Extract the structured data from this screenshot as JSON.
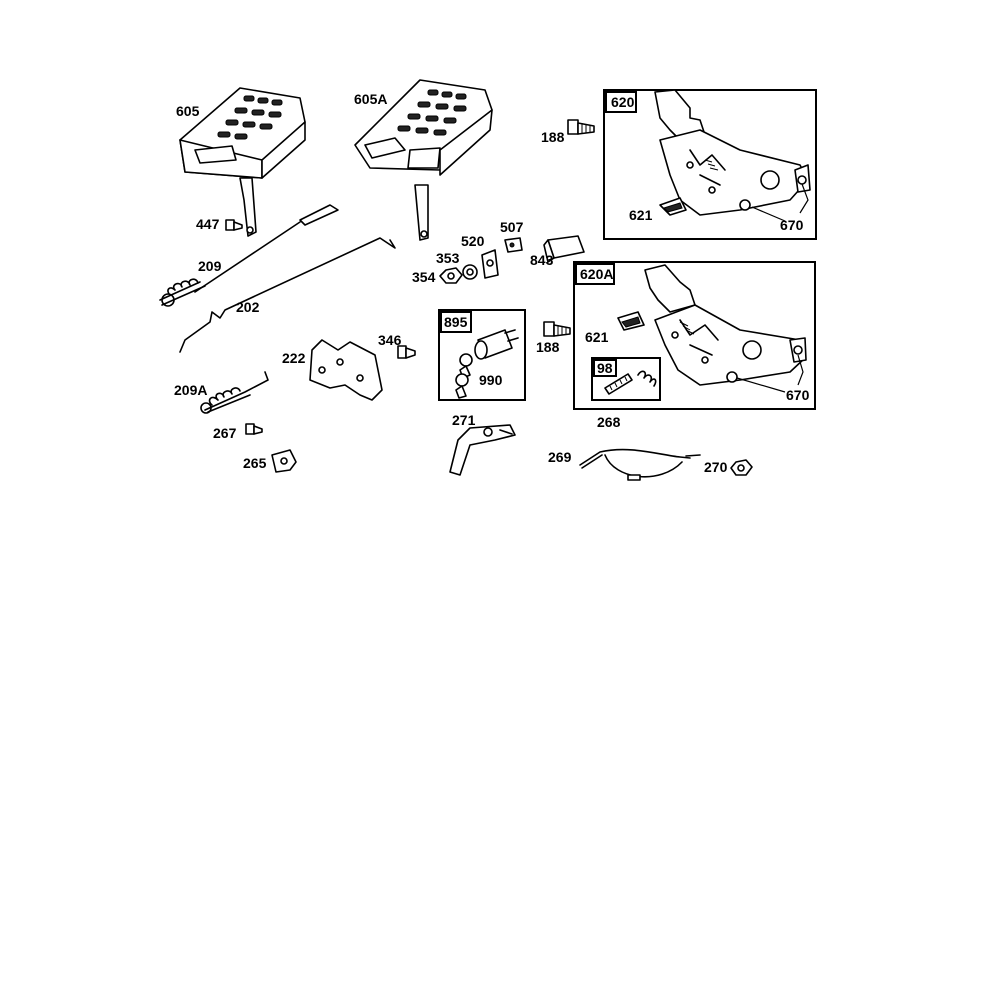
{
  "labels": {
    "p605": "605",
    "p605A": "605A",
    "p188a": "188",
    "p620": "620",
    "p621a": "621",
    "p670a": "670",
    "p447": "447",
    "p209": "209",
    "p202": "202",
    "p507": "507",
    "p520": "520",
    "p353": "353",
    "p354": "354",
    "p843": "843",
    "p620A": "620A",
    "p621b": "621",
    "p188b": "188",
    "p895": "895",
    "p990": "990",
    "p98": "98",
    "p670b": "670",
    "p346": "346",
    "p222": "222",
    "p209A": "209A",
    "p267": "267",
    "p265": "265",
    "p271": "271",
    "p268": "268",
    "p269": "269",
    "p270": "270"
  }
}
